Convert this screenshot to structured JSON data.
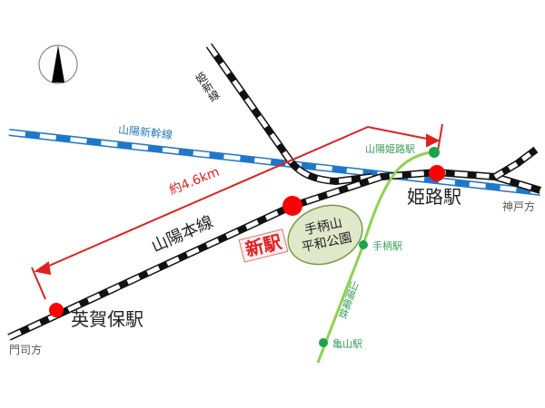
{
  "map": {
    "compass": {
      "icon": "north-arrow-icon",
      "direction": "N"
    },
    "lines": {
      "shinkansen": {
        "label": "山陽新幹線",
        "color": "#1f77c9"
      },
      "sanyo_main": {
        "label": "山陽本線",
        "color": "#111111"
      },
      "kishin": {
        "label": "姫新線",
        "color": "#111111"
      },
      "sanyo_electric": {
        "label": "山陽電鉄",
        "color": "#8fd14f"
      }
    },
    "stations": {
      "himeji": {
        "label": "姫路駅",
        "color": "#ff0000"
      },
      "agaho": {
        "label": "英賀保駅",
        "color": "#ff0000"
      },
      "new": {
        "label": "新駅",
        "color": "#ff0000"
      },
      "sanyo_himeji": {
        "label": "山陽姫路駅",
        "color": "#1aa34a"
      },
      "tegara": {
        "label": "手柄駅",
        "color": "#1aa34a"
      },
      "kameyama": {
        "label": "亀山駅",
        "color": "#1aa34a"
      }
    },
    "park": {
      "line1": "手柄山",
      "line2": "平和公園",
      "fill": "#dfe8c8",
      "stroke": "#7a9a4a"
    },
    "distance": {
      "label": "約4.6km",
      "color": "#e02020"
    },
    "directions": {
      "kobe": "神戸方",
      "moji": "門司方"
    }
  }
}
